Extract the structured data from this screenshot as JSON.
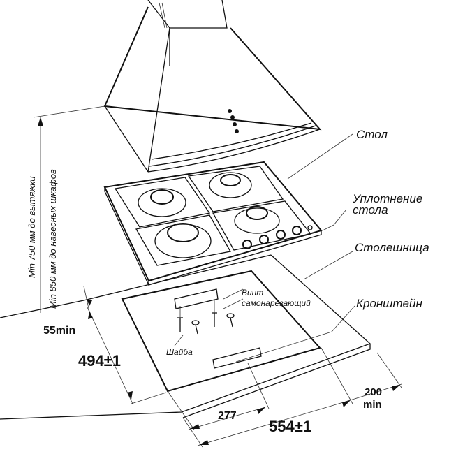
{
  "labels": {
    "table": "Стол",
    "seal_line1": "Уплотнение",
    "seal_line2": "стола",
    "countertop": "Столешница",
    "screw_line1": "Винт",
    "screw_line2": "самонарезающий",
    "bracket": "Кронштейн",
    "washer": "Шайба",
    "hood_distance": "Min 750 мм до вытяжки",
    "cabinet_distance": "Min 850 мм до навесных шкафов"
  },
  "dimensions": {
    "edge_gap": "55min",
    "cutout_depth": "494±1",
    "bracket_offset": "277",
    "cutout_width": "554±1",
    "rear_gap_line1": "200",
    "rear_gap_line2": "min"
  }
}
